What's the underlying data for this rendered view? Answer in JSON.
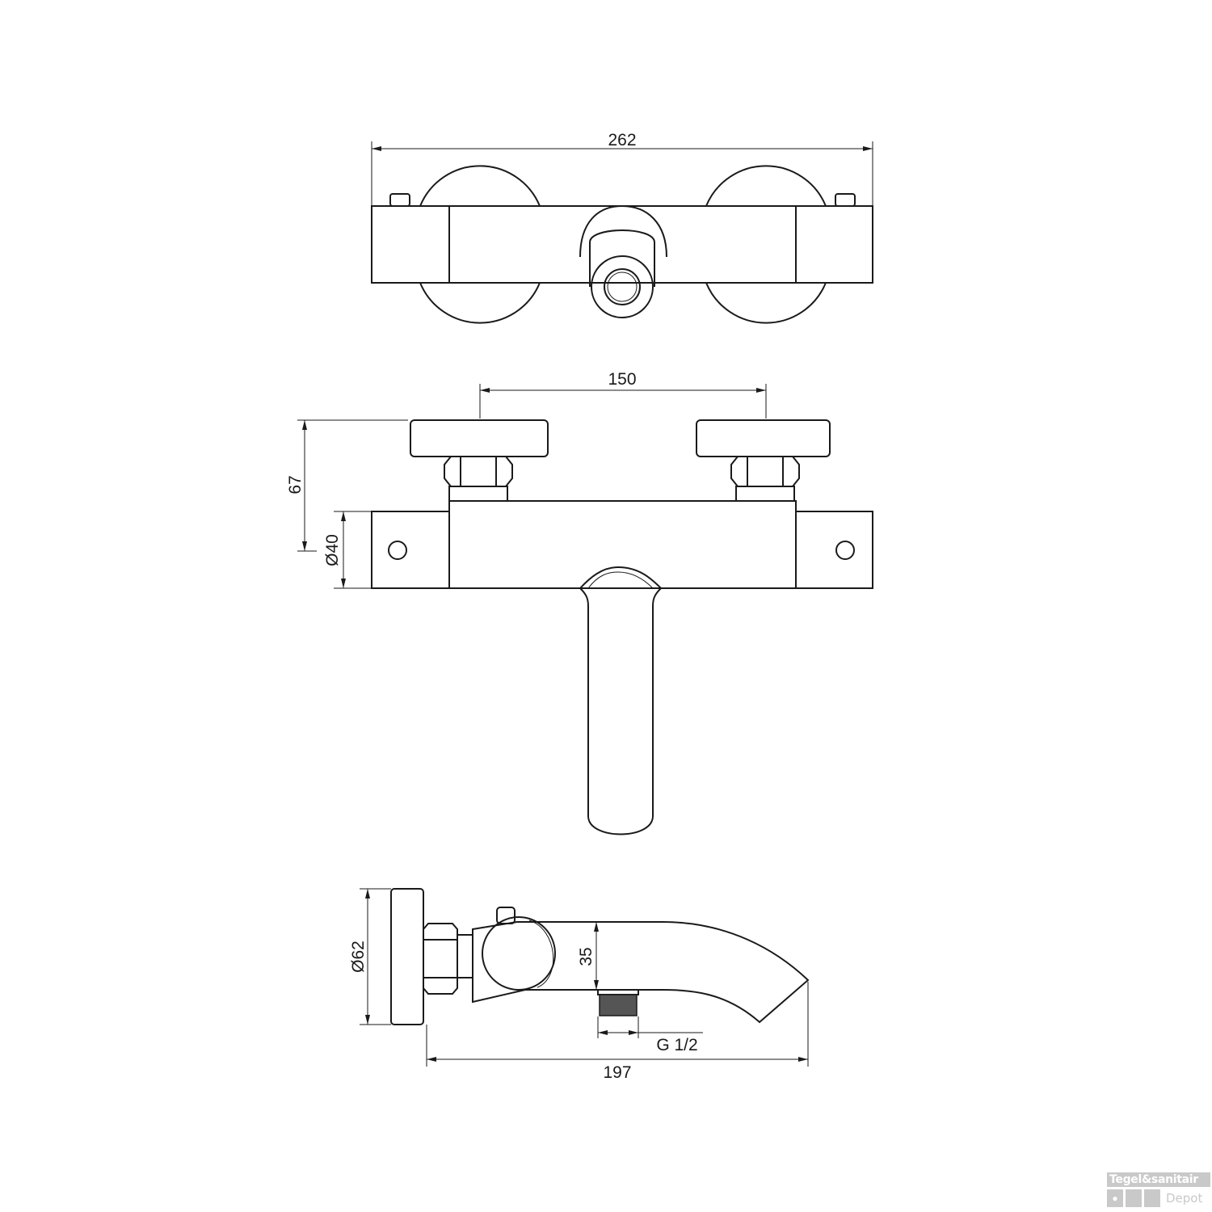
{
  "drawing": {
    "top_view": {
      "width_dimension": "262"
    },
    "front_view": {
      "handle_spacing_dimension": "150",
      "height_dimension": "67",
      "body_diameter_dimension": "Ø40"
    },
    "side_view": {
      "escutcheon_diameter_dimension": "Ø62",
      "spout_height_dimension": "35",
      "thread_dimension": "G 1/2",
      "depth_dimension": "197"
    }
  },
  "watermark": {
    "line1": "Tegel&sanitair",
    "line2": "Depot",
    "icon": "water-drop-icon",
    "color": "#c9c9c9"
  }
}
